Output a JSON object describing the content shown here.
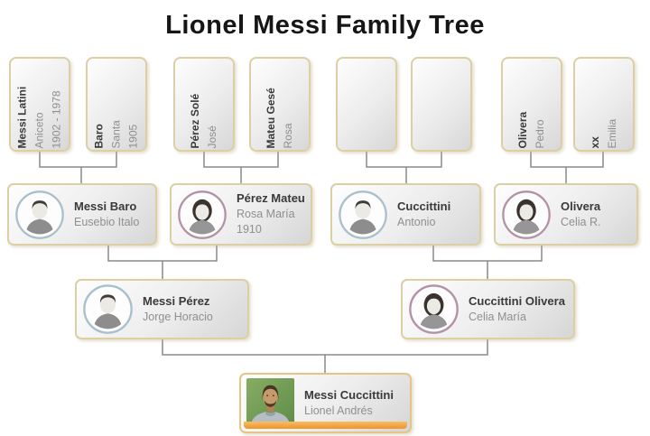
{
  "title": "Lionel Messi Family Tree",
  "colors": {
    "box_border": "#dbcfa3",
    "leaf_box_border": "#e6c387",
    "highlight_bar_top": "#f7bd69",
    "highlight_bar_bottom": "#ee9526",
    "connector": "#8a8a8a",
    "male_ring": "#a9c0cc",
    "female_ring": "#b591a7",
    "name_text": "#3a3a3a",
    "sub_text": "#8f8f8f"
  },
  "generation1": [
    {
      "surname": "Messi Latini",
      "given": "Aniceto",
      "years": "1902 - 1978"
    },
    {
      "surname": "Baro",
      "given": "Santa",
      "years": "1905"
    },
    {
      "surname": "Pérez Solé",
      "given": "José",
      "years": ""
    },
    {
      "surname": "Mateu Gesé",
      "given": "Rosa",
      "years": ""
    },
    {
      "surname": "",
      "given": "",
      "years": ""
    },
    {
      "surname": "",
      "given": "",
      "years": ""
    },
    {
      "surname": "Olivera",
      "given": "Pedro",
      "years": ""
    },
    {
      "surname": "xx",
      "given": "Emilia",
      "years": ""
    }
  ],
  "generation2": [
    {
      "surname": "Messi Baro",
      "given": "Eusebio Italo",
      "years": "",
      "gender": "male"
    },
    {
      "surname": "Pérez Mateu",
      "given": "Rosa María",
      "years": "1910",
      "gender": "female"
    },
    {
      "surname": "Cuccittini",
      "given": "Antonio",
      "years": "",
      "gender": "male"
    },
    {
      "surname": "Olivera",
      "given": "Celia R.",
      "years": "",
      "gender": "female"
    }
  ],
  "generation3": [
    {
      "surname": "Messi Pérez",
      "given": "Jorge Horacio",
      "gender": "male"
    },
    {
      "surname": "Cuccittini Olivera",
      "given": "Celia María",
      "gender": "female"
    }
  ],
  "subject": {
    "surname": "Messi Cuccittini",
    "given": "Lionel Andrés"
  }
}
